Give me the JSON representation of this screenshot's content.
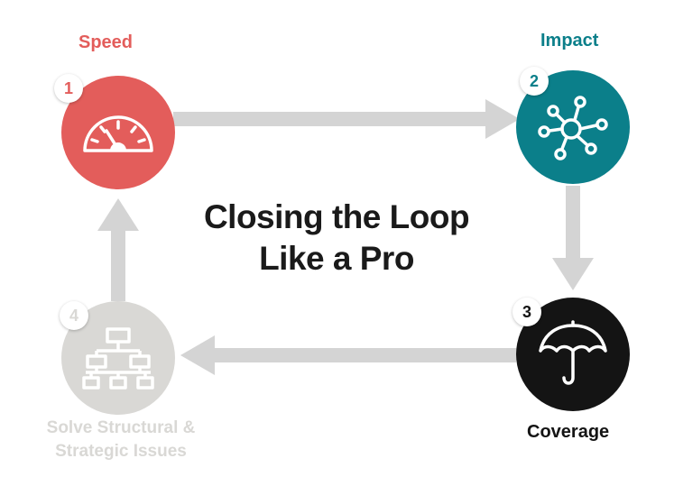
{
  "title": {
    "line1": "Closing the Loop",
    "line2": "Like a Pro"
  },
  "steps": [
    {
      "number": "1",
      "label": "Speed",
      "icon": "speedometer-icon",
      "color": "#e35d5b"
    },
    {
      "number": "2",
      "label": "Impact",
      "icon": "network-hub-icon",
      "color": "#0b7f8a"
    },
    {
      "number": "3",
      "label": "Coverage",
      "icon": "umbrella-icon",
      "color": "#141414"
    },
    {
      "number": "4",
      "label_line1": "Solve Structural &",
      "label_line2": "Strategic Issues",
      "icon": "org-chart-icon",
      "color": "#d9d8d5"
    }
  ],
  "arrow_color": "#d4d4d4",
  "flow": [
    "1 → 2",
    "2 → 3",
    "3 → 4",
    "4 → 1"
  ]
}
